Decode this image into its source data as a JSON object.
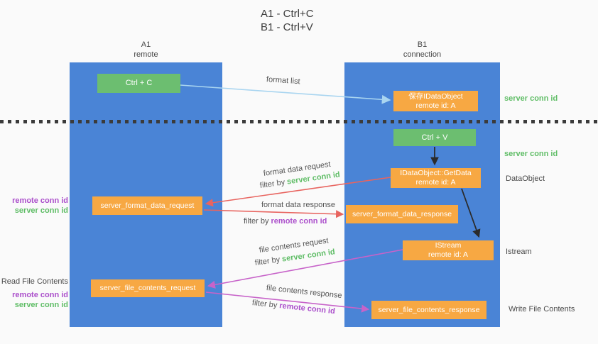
{
  "title": {
    "line1": "A1 - Ctrl+C",
    "line2": "B1 - Ctrl+V"
  },
  "lanes": {
    "a": {
      "name": "A1",
      "subtitle": "remote"
    },
    "b": {
      "name": "B1",
      "subtitle": "connection"
    }
  },
  "boxes": {
    "ctrl_c": {
      "label": "Ctrl + C"
    },
    "ctrl_v": {
      "label": "Ctrl + V"
    },
    "save_dataobject": {
      "line1": "保存IDataObject",
      "line2": "remote id: A"
    },
    "getdata": {
      "line1": "IDataObject::GetData",
      "line2": "remote id: A"
    },
    "istream": {
      "line1": "IStream",
      "line2": "remote id: A"
    },
    "format_request": {
      "label": "server_format_data_request"
    },
    "format_response": {
      "label": "server_format_data_response"
    },
    "file_request": {
      "label": "server_file_contents_request"
    },
    "file_response": {
      "label": "server_file_contents_response"
    }
  },
  "flow_labels": {
    "format_list": "format list",
    "format_data_request": "format data request",
    "format_data_response": "format data response",
    "file_contents_request": "file contents request",
    "file_contents_response": "file contents response",
    "filter_by": "filter by ",
    "server_conn_id": "server conn id",
    "remote_conn_id": "remote conn id"
  },
  "side_labels": {
    "left": {
      "remote_conn_id": "remote conn id",
      "server_conn_id": "server conn id",
      "read_file_contents": "Read File Contents"
    },
    "right": {
      "server_conn_id": "server conn id",
      "dataobject": "DataObject",
      "istream": "Istream",
      "write_file_contents": "Write File Contents"
    }
  },
  "colors": {
    "lane_blue": "#4a84d6",
    "box_orange": "#f7a843",
    "box_green": "#6cbe70",
    "arrow_blue": "#a9d5f0",
    "arrow_red": "#e8645f",
    "arrow_magenta": "#c763c9",
    "arrow_black": "#2b2b2b",
    "text_green": "#5fbd66",
    "text_purple": "#ab4fcb",
    "divider_gray": "#3b3b3b"
  }
}
